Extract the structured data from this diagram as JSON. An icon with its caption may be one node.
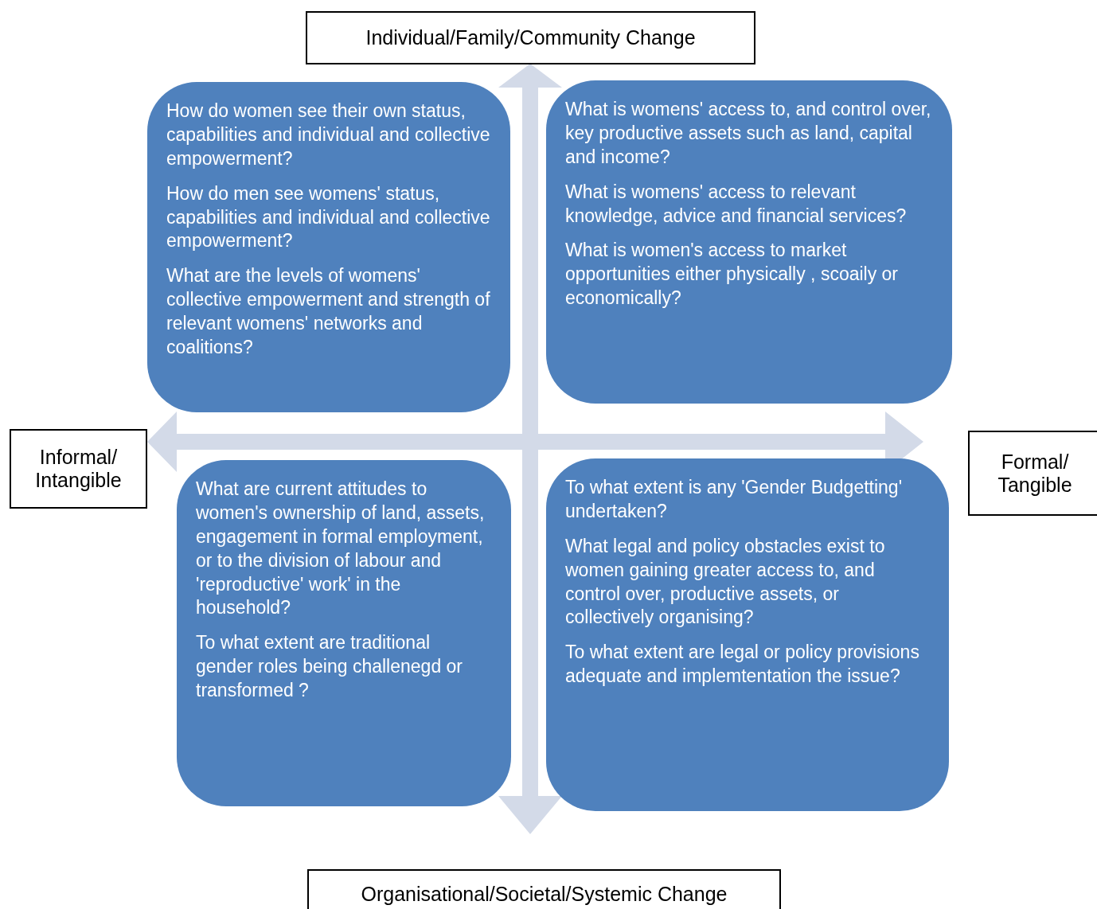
{
  "diagram": {
    "nodes": [
      {
        "text": [
          "Individual/Family/Community Change"
        ]
      },
      {
        "text": [
          "How do women see their own status, capabilities and individual and collective empowerment?",
          "How do men see womens' status, capabilities and individual and collective empowerment?",
          "What are the levels of womens' collective empowerment and strength of relevant womens' networks and coalitions?"
        ]
      },
      {
        "text": [
          "What is womens' access to, and control over, key productive assets such as land, capital and income?",
          "What is womens' access to relevant knowledge, advice and financial services?",
          "What is women's access to market opportunities either physically , scoaily or economically?"
        ]
      },
      {
        "text": [
          "Informal/ Intangible"
        ]
      },
      {
        "text": [
          "Formal/ Tangible"
        ]
      },
      {
        "text": [
          "What are current attitudes to women's ownership of land, assets, engagement in formal employment, or to the division of labour and 'reproductive' work' in the household?",
          "To what extent are traditional gender roles being challenegd or transformed ?"
        ]
      },
      {
        "text": [
          "To what extent is any 'Gender Budgetting' undertaken?",
          "What legal and policy obstacles exist to women gaining greater access to, and control over, productive assets, or collectively organising?",
          "To what extent are legal or policy provisions adequate and implemtentation the issue?"
        ]
      },
      {
        "text": [
          "Organisational/Societal/Systemic Change"
        ]
      }
    ]
  }
}
